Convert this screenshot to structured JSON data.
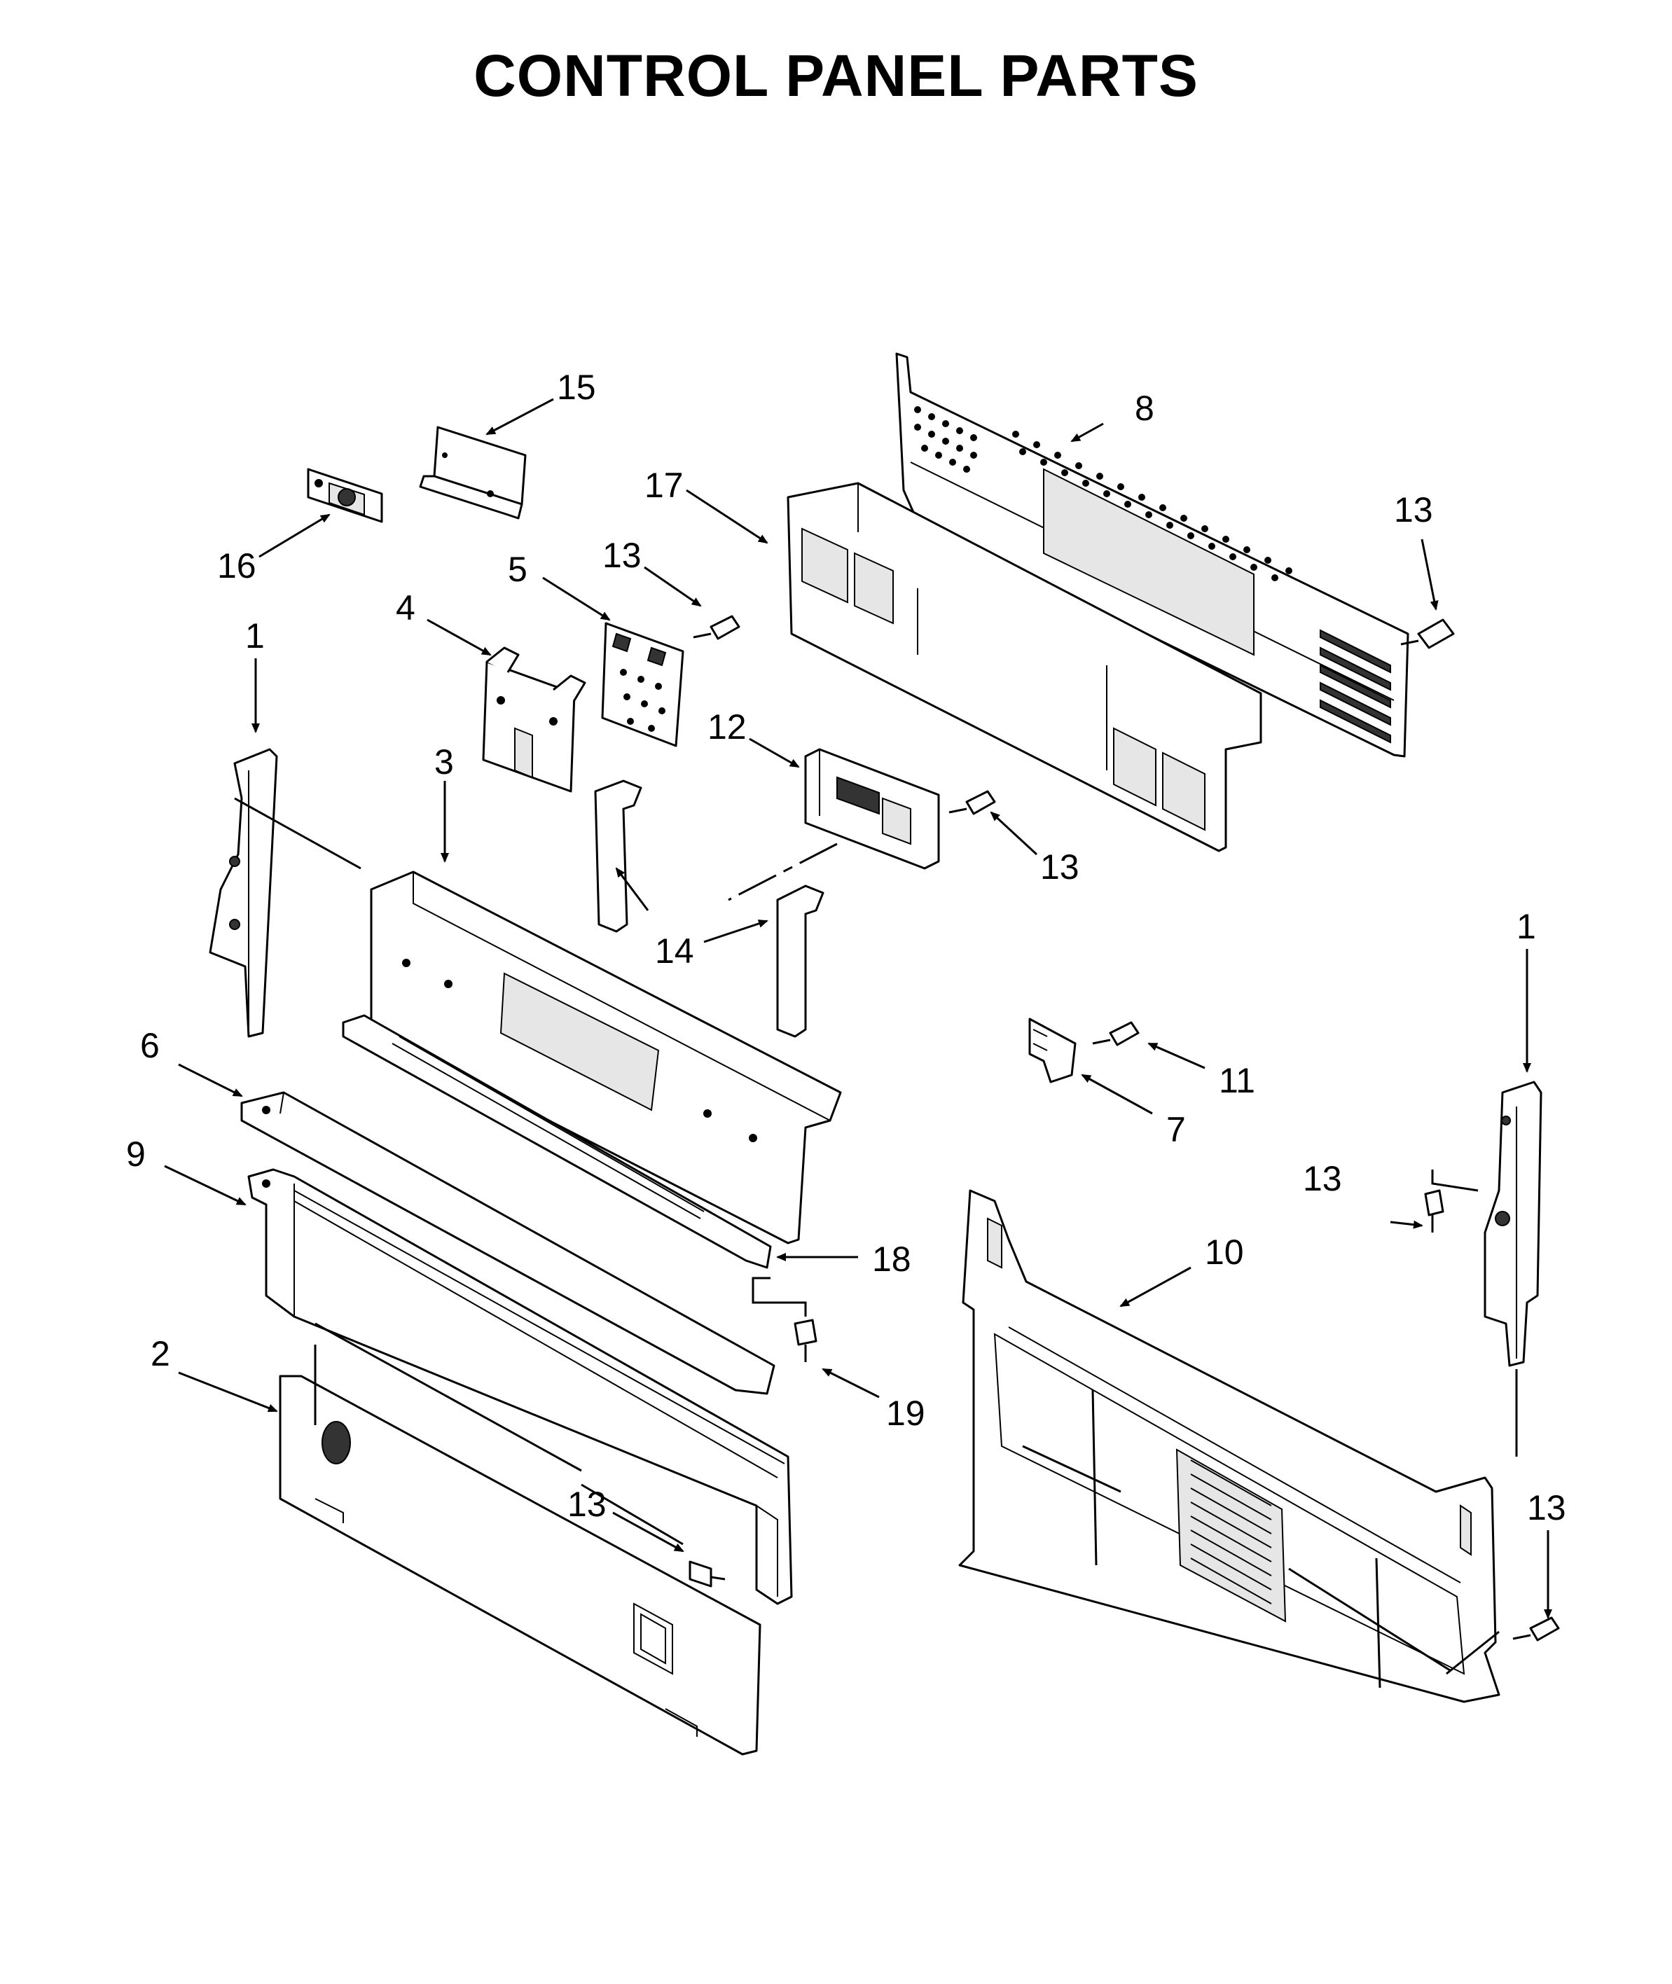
{
  "title": "CONTROL PANEL PARTS",
  "callouts": {
    "c1a": "1",
    "c1b": "1",
    "c2": "2",
    "c3": "3",
    "c4": "4",
    "c5": "5",
    "c6": "6",
    "c7": "7",
    "c8": "8",
    "c9": "9",
    "c10": "10",
    "c11": "11",
    "c12": "12",
    "c13a": "13",
    "c13b": "13",
    "c13c": "13",
    "c13d": "13",
    "c13e": "13",
    "c13f": "13",
    "c14": "14",
    "c15": "15",
    "c16": "16",
    "c17": "17",
    "c18": "18",
    "c19": "19"
  }
}
